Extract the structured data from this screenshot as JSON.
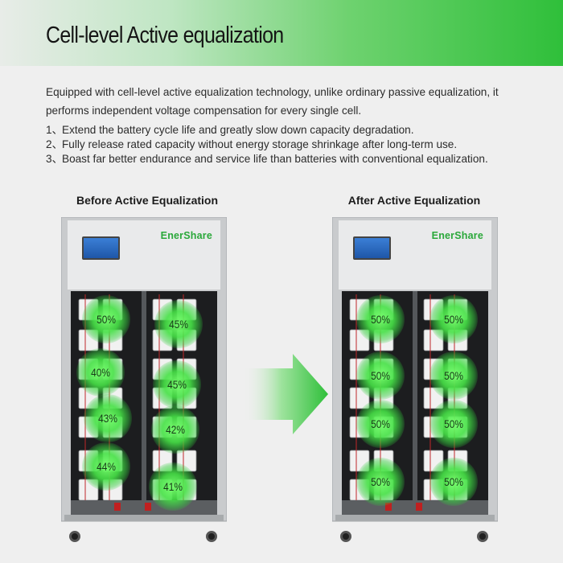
{
  "header": {
    "title": "Cell-level Active equalization"
  },
  "intro": "Equipped with cell-level active equalization technology, unlike ordinary passive equalization, it performs independent voltage compensation for every single cell.",
  "points": [
    {
      "num": "1、",
      "text": "Extend the battery cycle life and greatly slow down capacity degradation."
    },
    {
      "num": "2、",
      "text": "Fully release rated capacity without energy storage shrinkage after long-term use."
    },
    {
      "num": "3、",
      "text": "Boast far better endurance and service life than batteries with conventional equalization."
    }
  ],
  "before": {
    "title": "Before Active Equalization",
    "brand": "EnerShare",
    "cells": [
      "50%",
      "45%",
      "40%",
      "45%",
      "43%",
      "42%",
      "44%",
      "41%"
    ]
  },
  "after": {
    "title": "After Active Equalization",
    "brand": "EnerShare",
    "cells": [
      "50%",
      "50%",
      "50%",
      "50%",
      "50%",
      "50%",
      "50%",
      "50%"
    ]
  },
  "colors": {
    "accent": "#2fbf3a",
    "glow": "#5fe85a",
    "brand": "#2aa83a"
  }
}
